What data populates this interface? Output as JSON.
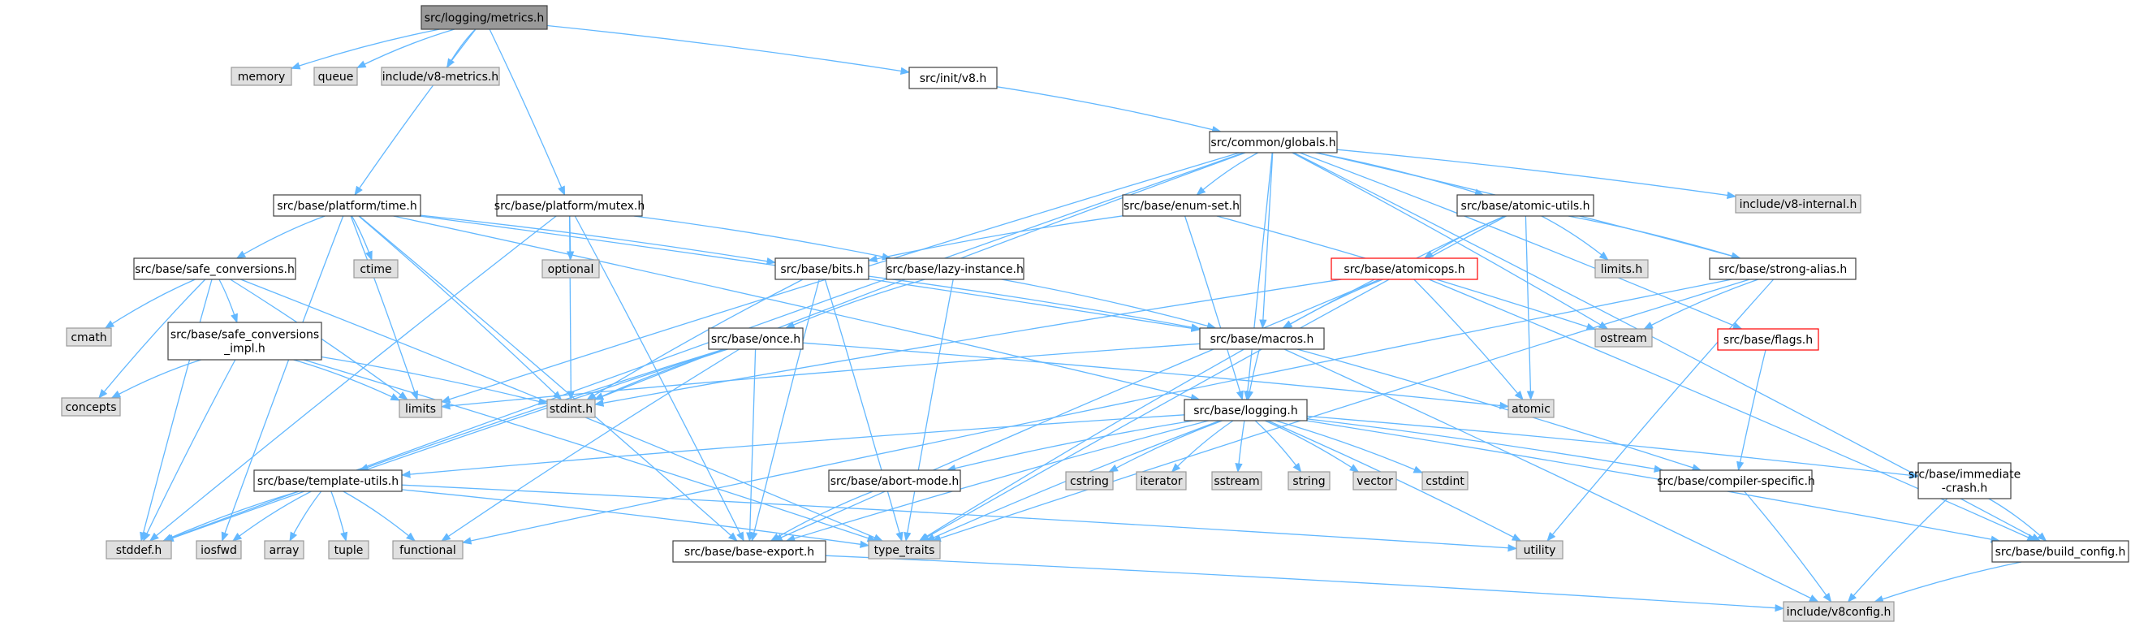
{
  "palette": {
    "root_fill": "#999999",
    "file_fill": "#ffffff",
    "system_fill": "#e0e0e0",
    "border": "#404040",
    "system_border": "#999999",
    "highlight_border": "#ff0000",
    "edge": "#63b8ff"
  },
  "nodes": [
    {
      "id": "metrics",
      "label": "src/logging/metrics.h",
      "kind": "root"
    },
    {
      "id": "memory",
      "label": "memory",
      "kind": "system"
    },
    {
      "id": "queue",
      "label": "queue",
      "kind": "system"
    },
    {
      "id": "v8metrics",
      "label": "include/v8-metrics.h",
      "kind": "system"
    },
    {
      "id": "initv8",
      "label": "src/init/v8.h",
      "kind": "file"
    },
    {
      "id": "globals",
      "label": "src/common/globals.h",
      "kind": "file"
    },
    {
      "id": "time",
      "label": "src/base/platform/time.h",
      "kind": "file"
    },
    {
      "id": "mutex",
      "label": "src/base/platform/mutex.h",
      "kind": "file"
    },
    {
      "id": "enumset",
      "label": "src/base/enum-set.h",
      "kind": "file"
    },
    {
      "id": "atomicutils",
      "label": "src/base/atomic-utils.h",
      "kind": "file"
    },
    {
      "id": "v8internal",
      "label": "include/v8-internal.h",
      "kind": "system"
    },
    {
      "id": "ctime",
      "label": "ctime",
      "kind": "system"
    },
    {
      "id": "optional",
      "label": "optional",
      "kind": "system"
    },
    {
      "id": "safeconv",
      "label": "src/base/safe_conversions.h",
      "kind": "file"
    },
    {
      "id": "bits",
      "label": "src/base/bits.h",
      "kind": "file"
    },
    {
      "id": "lazy",
      "label": "src/base/lazy-instance.h",
      "kind": "file"
    },
    {
      "id": "atomicops",
      "label": "src/base/atomicops.h",
      "kind": "highlight"
    },
    {
      "id": "limitsh",
      "label": "limits.h",
      "kind": "system"
    },
    {
      "id": "strongalias",
      "label": "src/base/strong-alias.h",
      "kind": "file"
    },
    {
      "id": "flags",
      "label": "src/base/flags.h",
      "kind": "highlight"
    },
    {
      "id": "cmath",
      "label": "cmath",
      "kind": "system"
    },
    {
      "id": "safeconvimpl",
      "label": "src/base/safe_conversions\n_impl.h",
      "kind": "file"
    },
    {
      "id": "once",
      "label": "src/base/once.h",
      "kind": "file"
    },
    {
      "id": "macros",
      "label": "src/base/macros.h",
      "kind": "file"
    },
    {
      "id": "ostream",
      "label": "ostream",
      "kind": "system"
    },
    {
      "id": "concepts",
      "label": "concepts",
      "kind": "system"
    },
    {
      "id": "limits",
      "label": "limits",
      "kind": "system"
    },
    {
      "id": "stdint",
      "label": "stdint.h",
      "kind": "system"
    },
    {
      "id": "atomic",
      "label": "atomic",
      "kind": "system"
    },
    {
      "id": "logging",
      "label": "src/base/logging.h",
      "kind": "file"
    },
    {
      "id": "templateutils",
      "label": "src/base/template-utils.h",
      "kind": "file"
    },
    {
      "id": "abortmode",
      "label": "src/base/abort-mode.h",
      "kind": "file"
    },
    {
      "id": "cstring",
      "label": "cstring",
      "kind": "system"
    },
    {
      "id": "iterator",
      "label": "iterator",
      "kind": "system"
    },
    {
      "id": "sstream",
      "label": "sstream",
      "kind": "system"
    },
    {
      "id": "string",
      "label": "string",
      "kind": "system"
    },
    {
      "id": "vector",
      "label": "vector",
      "kind": "system"
    },
    {
      "id": "cstdint",
      "label": "cstdint",
      "kind": "system"
    },
    {
      "id": "compiler",
      "label": "src/base/compiler-specific.h",
      "kind": "file"
    },
    {
      "id": "immediate",
      "label": "src/base/immediate\n-crash.h",
      "kind": "file"
    },
    {
      "id": "stddef",
      "label": "stddef.h",
      "kind": "system"
    },
    {
      "id": "iosfwd",
      "label": "iosfwd",
      "kind": "system"
    },
    {
      "id": "array",
      "label": "array",
      "kind": "system"
    },
    {
      "id": "tuple",
      "label": "tuple",
      "kind": "system"
    },
    {
      "id": "functional",
      "label": "functional",
      "kind": "system"
    },
    {
      "id": "baseexport",
      "label": "src/base/base-export.h",
      "kind": "file"
    },
    {
      "id": "typetraits",
      "label": "type_traits",
      "kind": "system"
    },
    {
      "id": "utility",
      "label": "utility",
      "kind": "system"
    },
    {
      "id": "buildconfig",
      "label": "src/base/build_config.h",
      "kind": "file"
    },
    {
      "id": "v8config",
      "label": "include/v8config.h",
      "kind": "system"
    }
  ],
  "edges": [
    [
      "metrics",
      "memory"
    ],
    [
      "metrics",
      "queue"
    ],
    [
      "metrics",
      "v8metrics"
    ],
    [
      "metrics",
      "initv8"
    ],
    [
      "metrics",
      "time"
    ],
    [
      "metrics",
      "mutex"
    ],
    [
      "initv8",
      "globals"
    ],
    [
      "globals",
      "enumset"
    ],
    [
      "globals",
      "atomicutils"
    ],
    [
      "globals",
      "v8internal"
    ],
    [
      "globals",
      "strongalias"
    ],
    [
      "globals",
      "flags"
    ],
    [
      "globals",
      "macros"
    ],
    [
      "globals",
      "logging"
    ],
    [
      "globals",
      "ostream"
    ],
    [
      "globals",
      "limits"
    ],
    [
      "globals",
      "stdint"
    ],
    [
      "globals",
      "stddef"
    ],
    [
      "globals",
      "buildconfig"
    ],
    [
      "time",
      "ctime"
    ],
    [
      "time",
      "safeconv"
    ],
    [
      "time",
      "bits"
    ],
    [
      "time",
      "limits"
    ],
    [
      "time",
      "stdint"
    ],
    [
      "time",
      "baseexport"
    ],
    [
      "time",
      "iosfwd"
    ],
    [
      "time",
      "logging"
    ],
    [
      "time",
      "macros"
    ],
    [
      "mutex",
      "optional"
    ],
    [
      "mutex",
      "lazy"
    ],
    [
      "mutex",
      "baseexport"
    ],
    [
      "mutex",
      "stdint"
    ],
    [
      "enumset",
      "bits"
    ],
    [
      "enumset",
      "logging"
    ],
    [
      "enumset",
      "ostream"
    ],
    [
      "atomicutils",
      "atomicops"
    ],
    [
      "atomicutils",
      "limitsh"
    ],
    [
      "atomicutils",
      "strongalias"
    ],
    [
      "atomicutils",
      "macros"
    ],
    [
      "atomicutils",
      "atomic"
    ],
    [
      "atomicutils",
      "typetraits"
    ],
    [
      "safeconv",
      "cmath"
    ],
    [
      "safeconv",
      "safeconvimpl"
    ],
    [
      "safeconv",
      "concepts"
    ],
    [
      "safeconv",
      "limits"
    ],
    [
      "safeconv",
      "typetraits"
    ],
    [
      "safeconv",
      "stddef"
    ],
    [
      "safeconvimpl",
      "concepts"
    ],
    [
      "safeconvimpl",
      "limits"
    ],
    [
      "safeconvimpl",
      "stdint"
    ],
    [
      "safeconvimpl",
      "stddef"
    ],
    [
      "safeconvimpl",
      "typetraits"
    ],
    [
      "bits",
      "macros"
    ],
    [
      "bits",
      "stdint"
    ],
    [
      "bits",
      "typetraits"
    ],
    [
      "bits",
      "baseexport"
    ],
    [
      "lazy",
      "once"
    ],
    [
      "lazy",
      "macros"
    ],
    [
      "lazy",
      "typetraits"
    ],
    [
      "atomicops",
      "macros"
    ],
    [
      "atomicops",
      "atomic"
    ],
    [
      "atomicops",
      "stdint"
    ],
    [
      "atomicops",
      "baseexport"
    ],
    [
      "atomicops",
      "buildconfig"
    ],
    [
      "strongalias",
      "ostream"
    ],
    [
      "strongalias",
      "typetraits"
    ],
    [
      "strongalias",
      "utility"
    ],
    [
      "strongalias",
      "functional"
    ],
    [
      "flags",
      "compiler"
    ],
    [
      "once",
      "atomic"
    ],
    [
      "once",
      "functional"
    ],
    [
      "once",
      "stddef"
    ],
    [
      "once",
      "stdint"
    ],
    [
      "once",
      "templateutils"
    ],
    [
      "once",
      "baseexport"
    ],
    [
      "macros",
      "logging"
    ],
    [
      "macros",
      "limits"
    ],
    [
      "macros",
      "typetraits"
    ],
    [
      "macros",
      "compiler"
    ],
    [
      "macros",
      "v8config"
    ],
    [
      "logging",
      "cstring"
    ],
    [
      "logging",
      "iterator"
    ],
    [
      "logging",
      "sstream"
    ],
    [
      "logging",
      "string"
    ],
    [
      "logging",
      "vector"
    ],
    [
      "logging",
      "cstdint"
    ],
    [
      "logging",
      "abortmode"
    ],
    [
      "logging",
      "templateutils"
    ],
    [
      "logging",
      "compiler"
    ],
    [
      "logging",
      "immediate"
    ],
    [
      "logging",
      "buildconfig"
    ],
    [
      "logging",
      "baseexport"
    ],
    [
      "logging",
      "typetraits"
    ],
    [
      "logging",
      "utility"
    ],
    [
      "templateutils",
      "stddef"
    ],
    [
      "templateutils",
      "iosfwd"
    ],
    [
      "templateutils",
      "array"
    ],
    [
      "templateutils",
      "tuple"
    ],
    [
      "templateutils",
      "functional"
    ],
    [
      "templateutils",
      "typetraits"
    ],
    [
      "templateutils",
      "utility"
    ],
    [
      "abortmode",
      "baseexport"
    ],
    [
      "compiler",
      "v8config"
    ],
    [
      "immediate",
      "buildconfig"
    ],
    [
      "immediate",
      "v8config"
    ],
    [
      "baseexport",
      "v8config"
    ],
    [
      "buildconfig",
      "v8config"
    ],
    [
      "mutex",
      "stddef"
    ]
  ]
}
